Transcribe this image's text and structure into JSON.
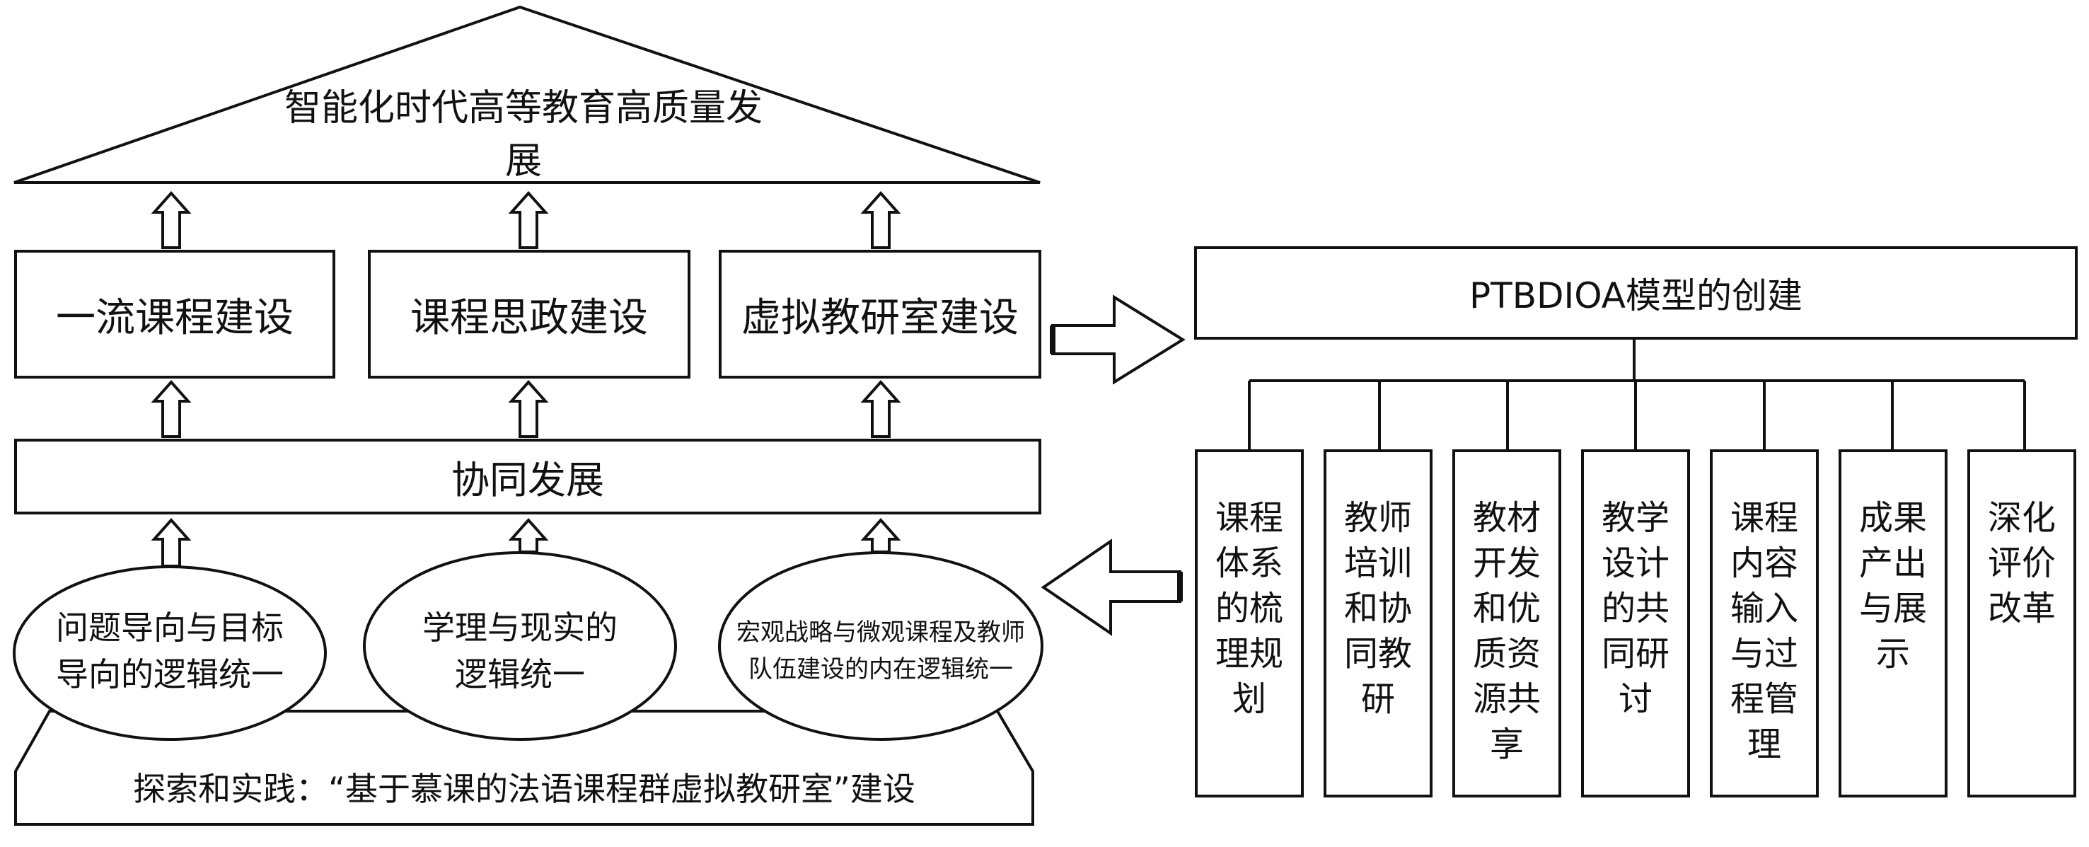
{
  "left": {
    "roof_title": "智能化时代高等教育高质量发展",
    "boxes": [
      "一流课程建设",
      "课程思政建设",
      "虚拟教研室建设"
    ],
    "synergy": "协同发展",
    "ellipses": [
      "问题导向与目标导向的逻辑统一",
      "学理与现实的逻辑统一",
      "宏观战略与微观课程及教师队伍建设的内在逻辑统一"
    ],
    "base": "探索和实践：“基于慕课的法语课程群虚拟教研室”建设"
  },
  "right": {
    "model_title": "PTBDIOA模型的创建",
    "items": [
      "课程体系的梳理规划",
      "教师培训和协同教研",
      "教材开发和优质资源共享",
      "教学设计的共同研讨",
      "课程内容输入与过程管理",
      "成果产出与展示",
      "深化评价改革"
    ]
  }
}
